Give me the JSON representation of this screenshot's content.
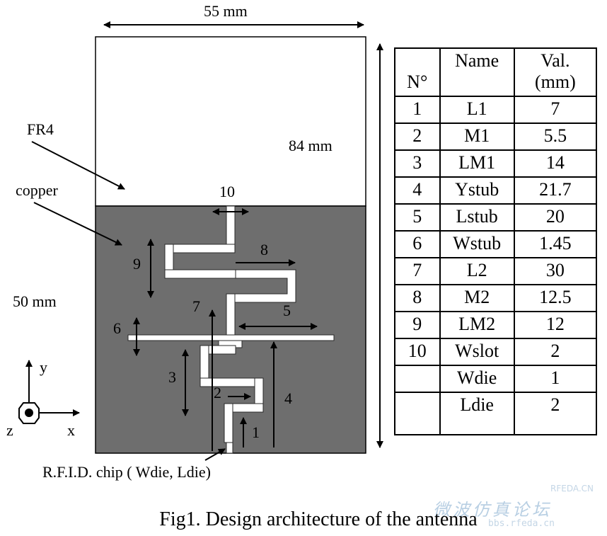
{
  "dims": {
    "width": "55 mm",
    "height_total": "84 mm",
    "height_ground": "50 mm"
  },
  "materials": {
    "substrate": "FR4",
    "metal": "copper"
  },
  "colors": {
    "substrate": "#ffffff",
    "copper": "#6e6e6e",
    "slot": "#ffffff",
    "line": "#000000"
  },
  "markers": [
    "1",
    "2",
    "3",
    "4",
    "5",
    "6",
    "7",
    "8",
    "9",
    "10"
  ],
  "axes": {
    "x": "x",
    "y": "y",
    "z": "z"
  },
  "chip_label": "R.F.I.D. chip ( Wdie, Ldie)",
  "table": {
    "headers": {
      "no": "N°",
      "name": "Name",
      "val_line1": "Val.",
      "val_line2": "(mm)"
    },
    "rows": [
      {
        "no": "1",
        "name": "L1",
        "val": "7"
      },
      {
        "no": "2",
        "name": "M1",
        "val": "5.5"
      },
      {
        "no": "3",
        "name": "LM1",
        "val": "14"
      },
      {
        "no": "4",
        "name": "Ystub",
        "val": "21.7"
      },
      {
        "no": "5",
        "name": "Lstub",
        "val": "20"
      },
      {
        "no": "6",
        "name": "Wstub",
        "val": "1.45"
      },
      {
        "no": "7",
        "name": "L2",
        "val": "30"
      },
      {
        "no": "8",
        "name": "M2",
        "val": "12.5"
      },
      {
        "no": "9",
        "name": "LM2",
        "val": "12"
      },
      {
        "no": "10",
        "name": "Wslot",
        "val": "2"
      },
      {
        "no": "",
        "name": "Wdie",
        "val": "1"
      },
      {
        "no": "",
        "name": "Ldie",
        "val": "2"
      }
    ]
  },
  "caption": "Fig1. Design architecture of the antenna",
  "watermark": {
    "cn": "微波仿真论坛",
    "url": "bbs.rfeda.cn",
    "brand": "RFEDA.CN"
  }
}
